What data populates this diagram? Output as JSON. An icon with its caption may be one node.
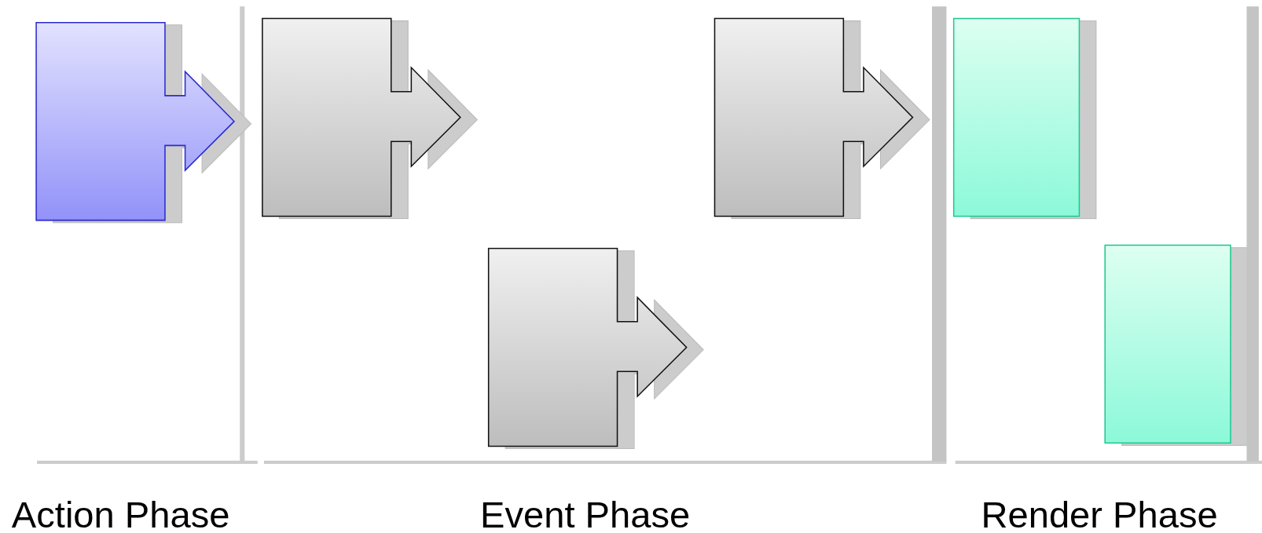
{
  "diagram": {
    "nodes": [
      {
        "text": [],
        "shape": "arrow"
      },
      {
        "text": [],
        "shape": "arrow"
      },
      {
        "text": [],
        "shape": "arrow"
      },
      {
        "text": [],
        "shape": "arrow"
      },
      {
        "text": [],
        "shape": "box"
      },
      {
        "text": [],
        "shape": "box"
      },
      {
        "text": [],
        "shape": "bar"
      },
      {
        "text": [],
        "shape": "bar"
      }
    ],
    "labels": [
      "Action Phase",
      "Event Phase",
      "Render Phase"
    ]
  }
}
